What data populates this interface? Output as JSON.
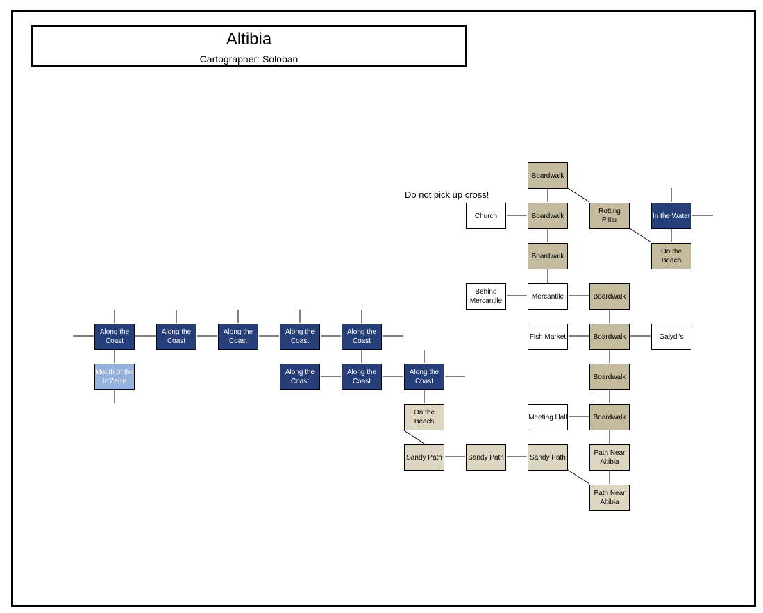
{
  "map": {
    "title": "Altibia",
    "cartographer": "Cartographer: Soloban",
    "note": "Do not pick up cross!"
  },
  "colors": {
    "coast": "#263f78",
    "river": "#95b1dd",
    "boardwalk": "#c4bc9c",
    "beach": "#ddd7c2",
    "building": "#ffffff"
  },
  "rooms": [
    {
      "id": "boardwalk-1",
      "label": "Boardwalk",
      "kind": "boardwalk"
    },
    {
      "id": "church",
      "label": "Church",
      "kind": "building"
    },
    {
      "id": "boardwalk-2",
      "label": "Boardwalk",
      "kind": "boardwalk"
    },
    {
      "id": "rotting-pillar",
      "label": "Rotting Pillar",
      "kind": "boardwalk"
    },
    {
      "id": "in-the-water",
      "label": "In the Water",
      "kind": "coast"
    },
    {
      "id": "boardwalk-3",
      "label": "Boardwalk",
      "kind": "boardwalk"
    },
    {
      "id": "on-the-beach-1",
      "label": "On the Beach",
      "kind": "boardwalk"
    },
    {
      "id": "behind-mercantile",
      "label": "Behind Mercantile",
      "kind": "building"
    },
    {
      "id": "mercantile",
      "label": "Mercantile",
      "kind": "building"
    },
    {
      "id": "boardwalk-4",
      "label": "Boardwalk",
      "kind": "boardwalk"
    },
    {
      "id": "fish-market",
      "label": "Fish Market",
      "kind": "building"
    },
    {
      "id": "boardwalk-5",
      "label": "Boardwalk",
      "kind": "boardwalk"
    },
    {
      "id": "galydls",
      "label": "Galydl's",
      "kind": "building"
    },
    {
      "id": "boardwalk-6",
      "label": "Boardwalk",
      "kind": "boardwalk"
    },
    {
      "id": "meeting-hall",
      "label": "Meeting Hall",
      "kind": "building"
    },
    {
      "id": "boardwalk-7",
      "label": "Boardwalk",
      "kind": "boardwalk"
    },
    {
      "id": "along-the-coast-1",
      "label": "Along the Coast",
      "kind": "coast"
    },
    {
      "id": "along-the-coast-2",
      "label": "Along the Coast",
      "kind": "coast"
    },
    {
      "id": "along-the-coast-3",
      "label": "Along the Coast",
      "kind": "coast"
    },
    {
      "id": "along-the-coast-4",
      "label": "Along the Coast",
      "kind": "coast"
    },
    {
      "id": "along-the-coast-5",
      "label": "Along the Coast",
      "kind": "coast"
    },
    {
      "id": "mouth-of-the-inzerre",
      "label": "Mouth of the In'Zerre",
      "kind": "river"
    },
    {
      "id": "along-the-coast-6",
      "label": "Along the Coast",
      "kind": "coast"
    },
    {
      "id": "along-the-coast-7",
      "label": "Along the Coast",
      "kind": "coast"
    },
    {
      "id": "along-the-coast-8",
      "label": "Along the Coast",
      "kind": "coast"
    },
    {
      "id": "on-the-beach-2",
      "label": "On the Beach",
      "kind": "beach"
    },
    {
      "id": "sandy-path-1",
      "label": "Sandy Path",
      "kind": "beach"
    },
    {
      "id": "sandy-path-2",
      "label": "Sandy Path",
      "kind": "beach"
    },
    {
      "id": "sandy-path-3",
      "label": "Sandy Path",
      "kind": "beach"
    },
    {
      "id": "path-near-altibia-1",
      "label": "Path Near Altibia",
      "kind": "beach"
    },
    {
      "id": "path-near-altibia-2",
      "label": "Path Near Altibia",
      "kind": "beach"
    }
  ]
}
